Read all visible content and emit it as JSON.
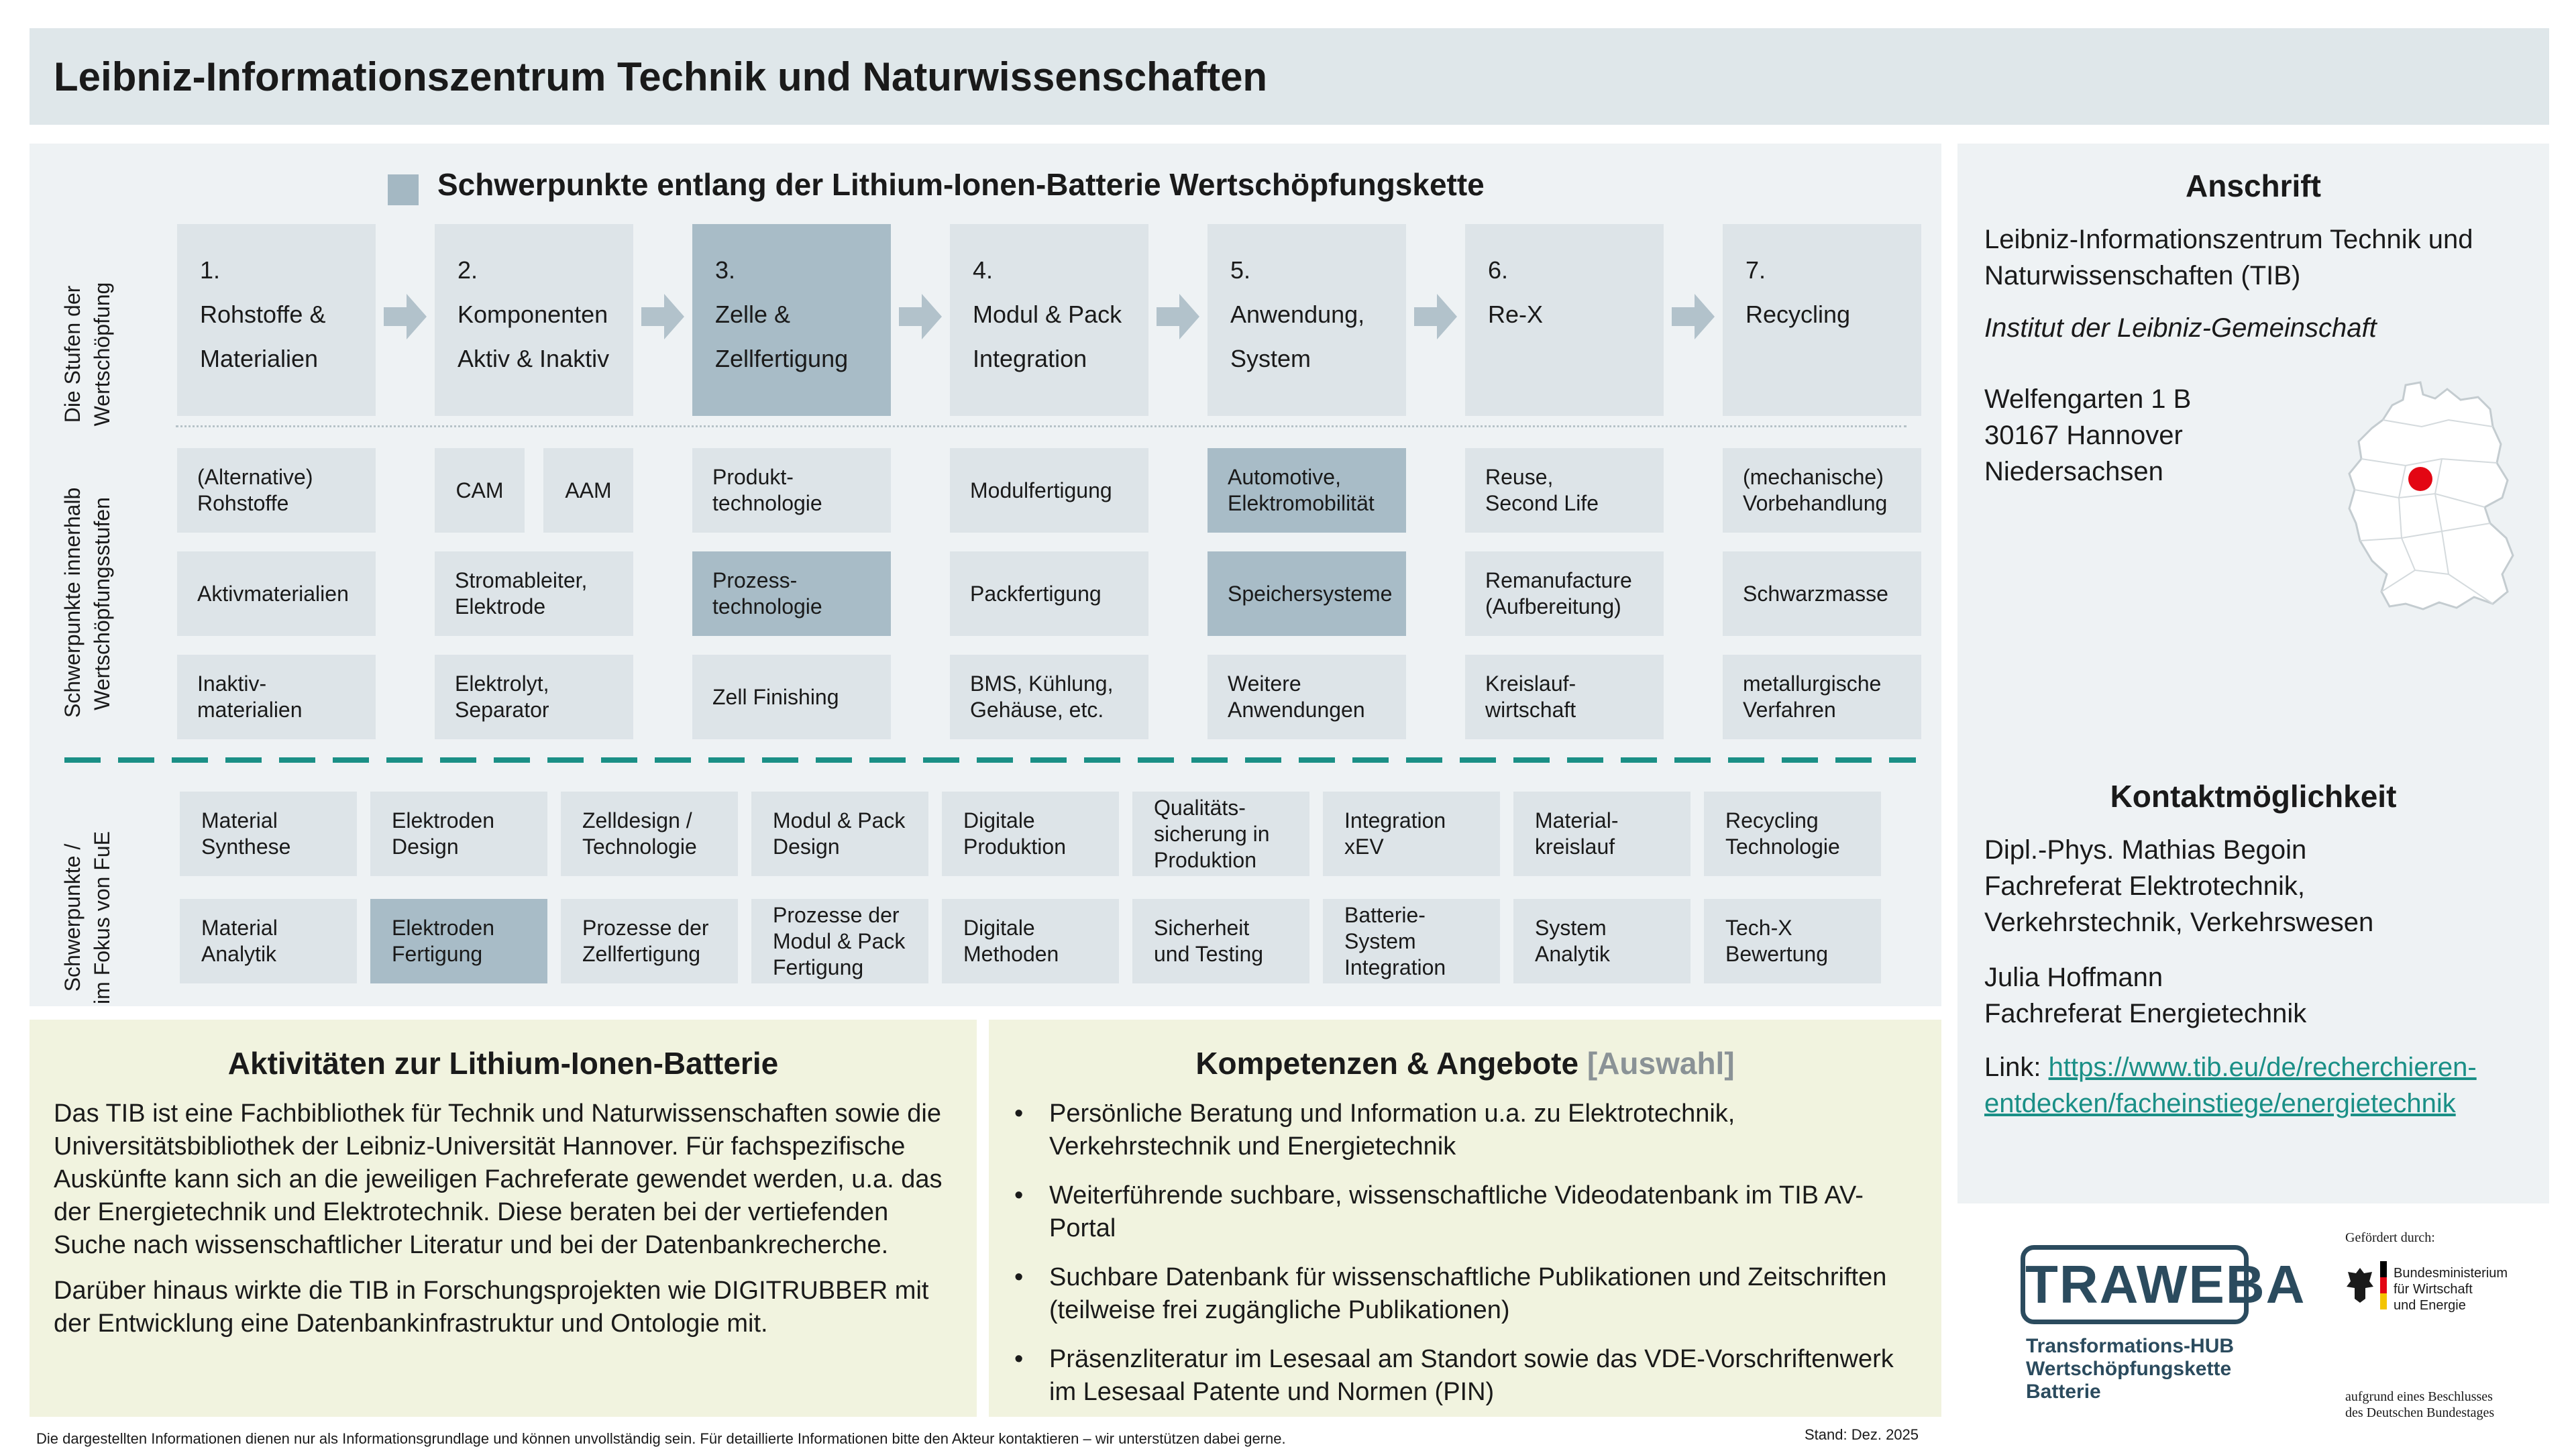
{
  "header": {
    "title": "Leibniz-Informationszentrum Technik und Naturwissenschaften"
  },
  "wertschoepfung": {
    "title": "Schwerpunkte entlang der Lithium-Ionen-Batterie Wertschöpfungskette",
    "row_labels": {
      "stufen": [
        "Die Stufen der",
        "Wertschöpfung"
      ],
      "schwerpunkte": [
        "Schwerpunkte innerhalb",
        "Wertschöpfungsstufen"
      ],
      "fue": [
        "Schwerpunkte /",
        "im Fokus  von FuE"
      ]
    },
    "stages": [
      "1.\nRohstoffe &\nMaterialien",
      "2.\nKomponenten\nAktiv & Inaktiv",
      "3.\nZelle &\nZellfertigung",
      "4.\nModul & Pack\nIntegration",
      "5.\nAnwendung,\nSystem",
      "6.\nRe-X",
      "7.\nRecycling"
    ],
    "sub": {
      "r1": [
        "(Alternative)\nRohstoffe",
        "CAM",
        "AAM",
        "Produkt-\ntechnologie",
        "Modulfertigung",
        "Automotive,\nElektromobilität",
        "Reuse,\nSecond Life",
        "(mechanische)\nVorbehandlung"
      ],
      "r2": [
        "Aktivmaterialien",
        "Stromableiter,\nElektrode",
        "Prozess-\ntechnologie",
        "Packfertigung",
        "Speichersysteme",
        "Remanufacture\n(Aufbereitung)",
        "Schwarzmasse"
      ],
      "r3": [
        "Inaktiv-\nmaterialien",
        "Elektrolyt,\nSeparator",
        "Zell Finishing",
        "BMS, Kühlung,\nGehäuse, etc.",
        "Weitere\nAnwendungen",
        "Kreislauf-\nwirtschaft",
        "metallurgische\nVerfahren"
      ]
    },
    "fue": {
      "r1": [
        "Material\nSynthese",
        "Elektroden\nDesign",
        "Zelldesign /\nTechnologie",
        "Modul & Pack\nDesign",
        "Digitale\nProduktion",
        "Qualitäts-\nsicherung in\nProduktion",
        "Integration\nxEV",
        "Material-\nkreislauf",
        "Recycling\nTechnologie"
      ],
      "r2": [
        "Material\nAnalytik",
        "Elektroden\nFertigung",
        "Prozesse der\nZellfertigung",
        "Prozesse der\nModul & Pack\nFertigung",
        "Digitale\nMethoden",
        "Sicherheit\nund Testing",
        "Batterie-\nSystem\nIntegration",
        "System\nAnalytik",
        "Tech-X\nBewertung"
      ]
    }
  },
  "anschrift": {
    "title": "Anschrift",
    "name": [
      "Leibniz-Informationszentrum Technik und",
      "Naturwissenschaften (TIB)"
    ],
    "institut": "Institut der Leibniz-Gemeinschaft",
    "address": [
      "Welfengarten 1 B",
      "30167 Hannover",
      "Niedersachsen"
    ]
  },
  "kontakt": {
    "title": "Kontaktmöglichkeit",
    "person1": [
      "Dipl.-Phys. Mathias Begoin",
      "Fachreferat Elektrotechnik,",
      "Verkehrstechnik, Verkehrswesen"
    ],
    "person2": [
      "Julia Hoffmann",
      "Fachreferat Energietechnik"
    ],
    "link_label": "Link: ",
    "link": [
      "https://www.tib.eu/de/recherchieren-",
      "entdecken/facheinstiege/energietechnik"
    ]
  },
  "aktivitaeten": {
    "title": "Aktivitäten zur Lithium-Ionen-Batterie",
    "p1": "Das TIB ist eine Fachbibliothek für Technik und Naturwissenschaften sowie die Universitätsbibliothek der Leibniz-Universität Hannover. Für fachspezifische Auskünfte kann sich an die jeweiligen Fachreferate gewendet werden, u.a. das der Energietechnik und Elektrotechnik. Diese beraten bei der vertiefenden Suche nach wissenschaftlicher Literatur und bei der Datenbankrecherche.",
    "p2": "Darüber hinaus wirkte die TIB in Forschungsprojekten wie DIGITRUBBER mit der Entwicklung eine Datenbankinfrastruktur und Ontologie mit."
  },
  "kompetenzen": {
    "title": "Kompetenzen & Angebote",
    "title_suffix": "[Auswahl]",
    "items": [
      "Persönliche Beratung und Information u.a. zu Elektrotechnik, Verkehrstechnik und Energietechnik",
      "Weiterführende suchbare, wissenschaftliche Videodatenbank im TIB AV-Portal",
      "Suchbare Datenbank für wissenschaftliche Publikationen und Zeitschriften (teilweise frei zugängliche Publikationen)",
      "Präsenzliteratur im Lesesaal am Standort sowie das VDE-Vorschriftenwerk im Lesesaal Patente und Normen (PIN)"
    ]
  },
  "logos": {
    "traweba": "TRAWEBA",
    "traweba_sub": [
      "Transformations-HUB",
      "Wertschöpfungskette",
      "Batterie"
    ],
    "gefoerdert": "Gefördert durch:",
    "bmwk": [
      "Bundesministerium",
      "für Wirtschaft",
      "und Energie"
    ],
    "beschluss": [
      "aufgrund eines Beschlusses",
      "des Deutschen Bundestages"
    ]
  },
  "footer": {
    "disclaimer": "Die dargestellten Informationen dienen nur als Informationsgrundlage und können unvollständig sein. Für detaillierte Informationen bitte den Akteur kontaktieren – wir unterstützen dabei gerne.",
    "stand": "Stand: Dez. 2025"
  },
  "colors": {
    "panel": "#eef2f4",
    "box": "#dde4e8",
    "box_dark": "#a8bcc7",
    "green_panel": "#f1f3df",
    "teal": "#1a8f86",
    "red": "#e30613"
  }
}
